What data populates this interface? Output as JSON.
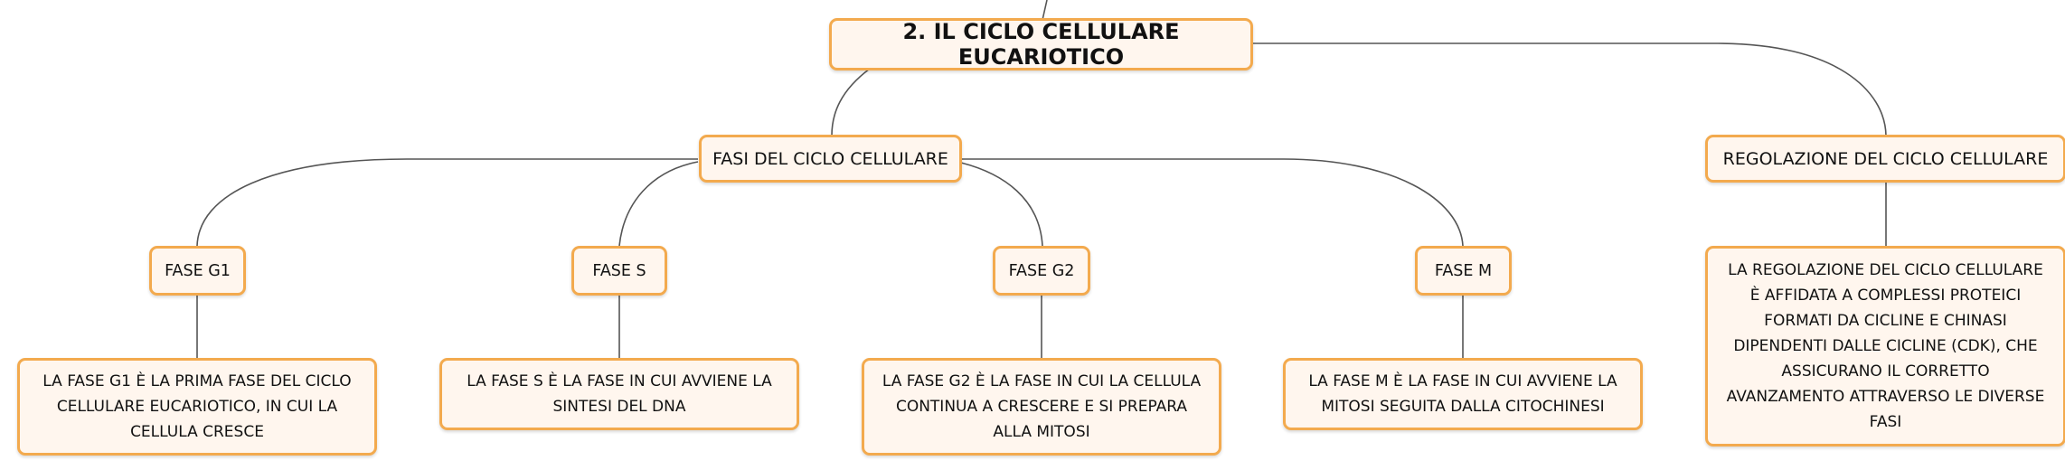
{
  "colors": {
    "border": "#f3aa4e",
    "fill": "#fff6ee",
    "text": "#111111",
    "connector": "#555555"
  },
  "root": {
    "label": "2. IL CICLO CELLULARE EUCARIOTICO"
  },
  "phases_topic": {
    "label": "FASI DEL CICLO CELLULARE"
  },
  "regulation_topic": {
    "label": "REGOLAZIONE DEL CICLO CELLULARE",
    "description": "LA REGOLAZIONE DEL CICLO CELLULARE È AFFIDATA A COMPLESSI PROTEICI FORMATI DA CICLINE E CHINASI DIPENDENTI DALLE CICLINE (CDK), CHE ASSICURANO IL CORRETTO AVANZAMENTO ATTRAVERSO LE DIVERSE FASI"
  },
  "phases": [
    {
      "label": "FASE G1",
      "description": "LA FASE G1 È LA PRIMA FASE DEL CICLO CELLULARE EUCARIOTICO, IN CUI LA CELLULA CRESCE"
    },
    {
      "label": "FASE S",
      "description": "LA FASE S È LA FASE IN CUI AVVIENE LA SINTESI DEL DNA"
    },
    {
      "label": "FASE G2",
      "description": "LA FASE G2 È LA FASE IN CUI LA CELLULA CONTINUA A CRESCERE E SI PREPARA ALLA MITOSI"
    },
    {
      "label": "FASE M",
      "description": "LA FASE M È LA FASE IN CUI AVVIENE LA MITOSI SEGUITA DALLA CITOCHINESI"
    }
  ]
}
